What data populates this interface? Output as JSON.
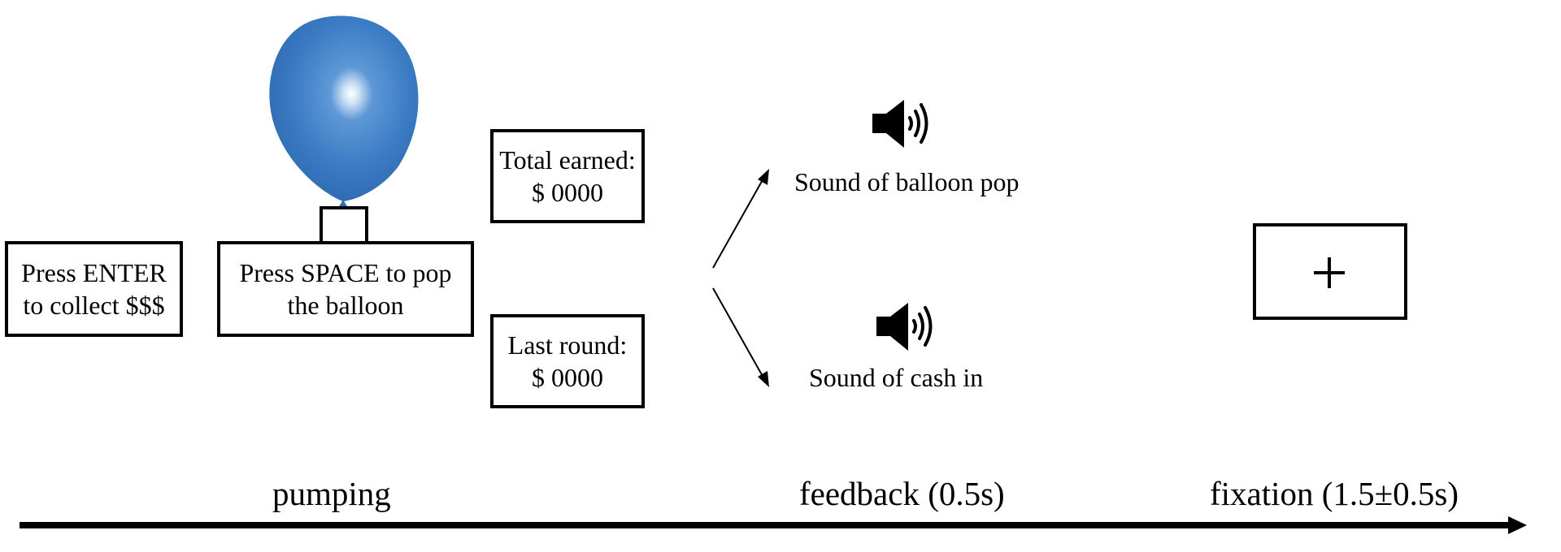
{
  "pumping_stage": {
    "enter_box": {
      "line1": "Press ENTER",
      "line2": "to collect $$$"
    },
    "space_box": {
      "line1": "Press SPACE to pop",
      "line2": "the balloon"
    },
    "balloon": {
      "icon": "balloon-icon",
      "color": "#3b7cc4"
    },
    "total_earned": {
      "label": "Total earned:",
      "value": "$ 0000"
    },
    "last_round": {
      "label": "Last round:",
      "value": "$ 0000"
    }
  },
  "feedback_stage": {
    "outcomes": [
      {
        "icon": "speaker-icon",
        "label": "Sound of balloon pop"
      },
      {
        "icon": "speaker-icon",
        "label": "Sound of cash in"
      }
    ]
  },
  "fixation_stage": {
    "symbol": "+",
    "icon": "fixation-cross-icon"
  },
  "timeline": {
    "phases": [
      {
        "label": "pumping"
      },
      {
        "label": "feedback (0.5s)"
      },
      {
        "label": "fixation (1.5±0.5s)"
      }
    ]
  }
}
